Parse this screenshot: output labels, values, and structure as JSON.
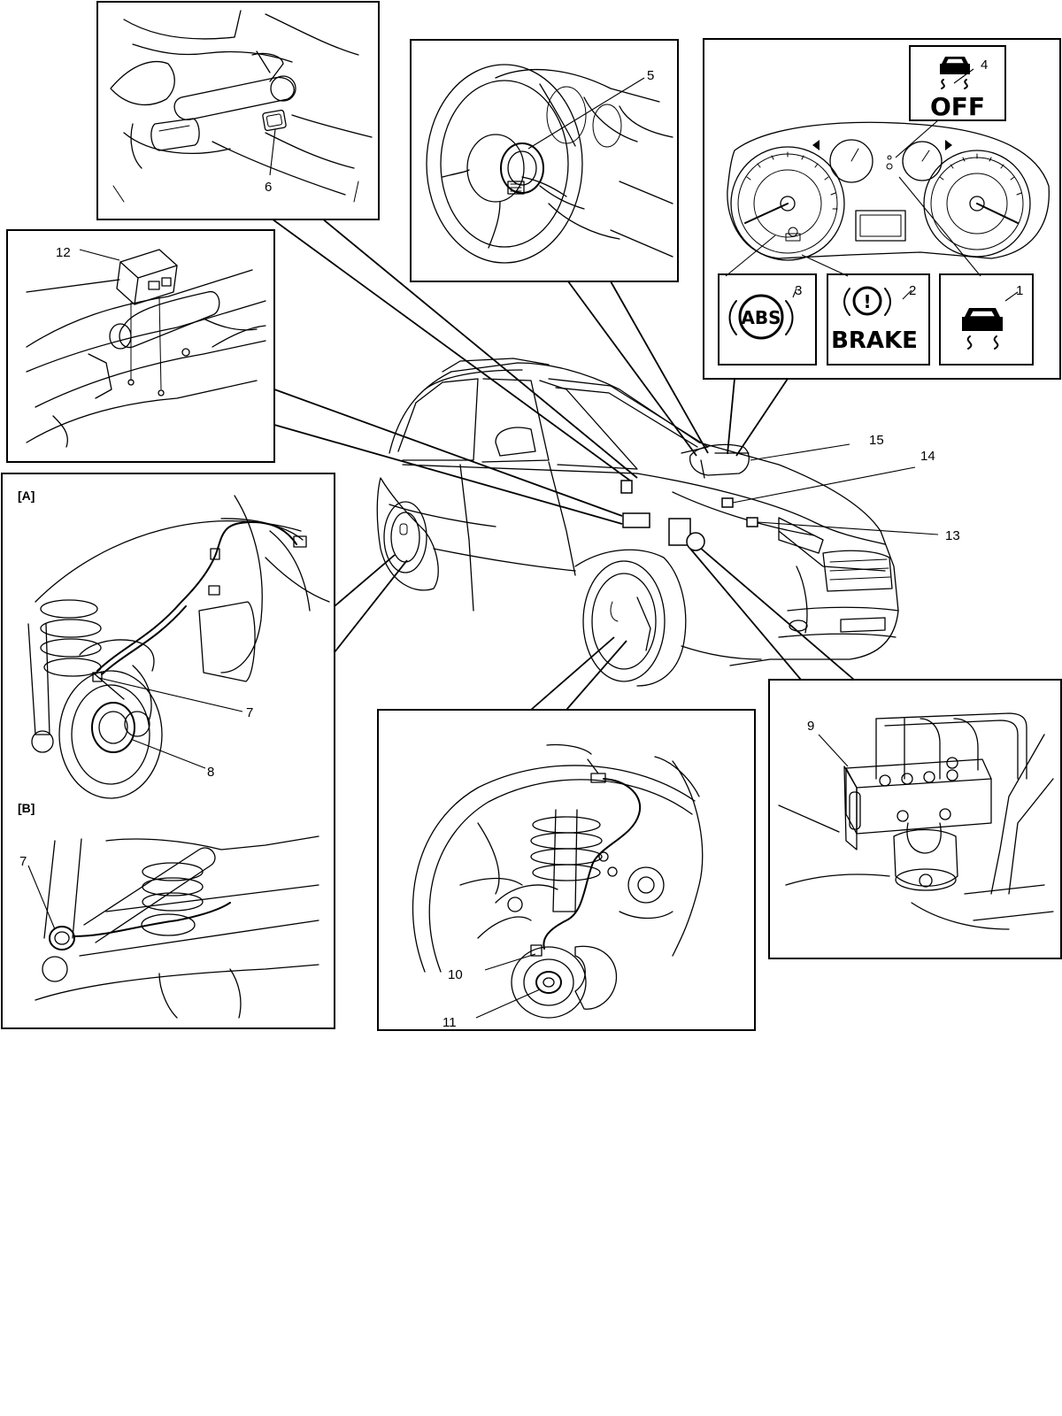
{
  "labels": {
    "n1": "1",
    "n2": "2",
    "n3": "3",
    "n4": "4",
    "n5": "5",
    "n6": "6",
    "n7": "7",
    "n7b": "7",
    "n8": "8",
    "n9": "9",
    "n10": "10",
    "n11": "11",
    "n12": "12",
    "n13": "13",
    "n14": "14",
    "n15": "15"
  },
  "sections": {
    "a": "[A]",
    "b": "[B]"
  },
  "indicators": {
    "abs": "ABS",
    "brake_symbol": "!",
    "brake": "BRAKE",
    "esp_off": "OFF"
  },
  "icons": {
    "skid": "skid-car-icon",
    "skid_off": "skid-off-car-icon",
    "abs": "abs-warning-icon",
    "brake": "brake-warning-icon"
  }
}
